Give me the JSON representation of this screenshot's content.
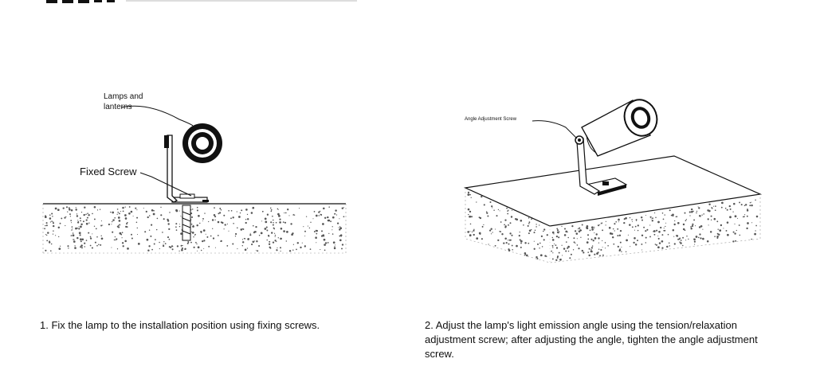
{
  "diagram1": {
    "label_lamps": [
      "Lamps and",
      "lanterns"
    ],
    "label_fixed_screw": "Fixed Screw"
  },
  "diagram2": {
    "label_angle_screw": "Angle Adjustment Screw"
  },
  "captions": {
    "step1": "1. Fix the lamp to the installation position using fixing screws.",
    "step2": "2. Adjust the lamp's light emission angle using the tension/relaxation adjustment screw; after adjusting the angle, tighten the angle adjustment screw."
  },
  "colors": {
    "ink": "#111111",
    "background": "#ffffff",
    "speckle": "#555555"
  }
}
